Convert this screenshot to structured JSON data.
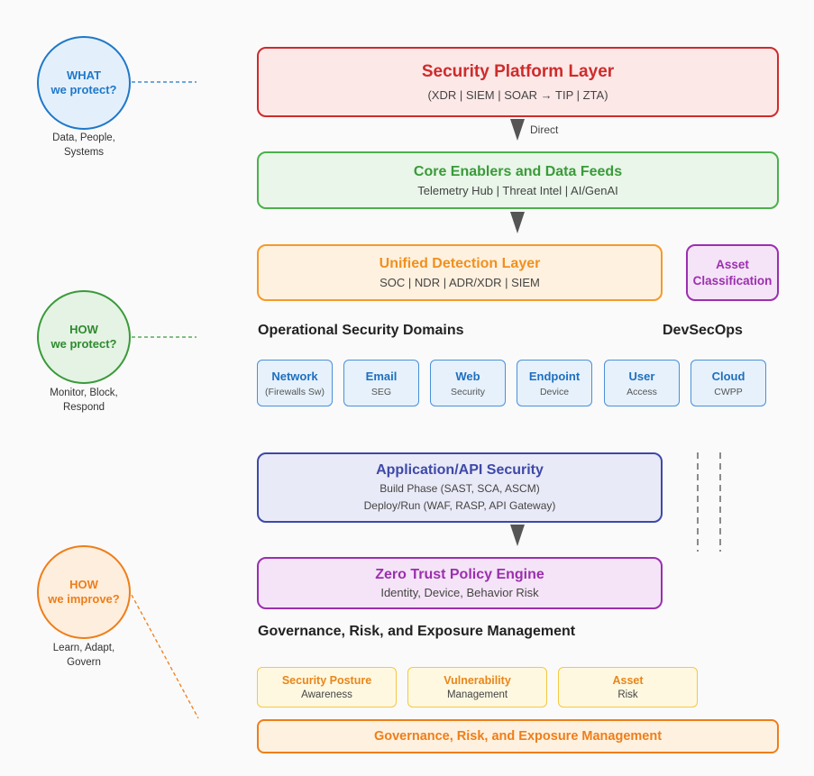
{
  "left": {
    "what": {
      "line1": "WHAT",
      "line2": "we protect?",
      "caption1": "Data, People,",
      "caption2": "Systems"
    },
    "how_protect": {
      "line1": "HOW",
      "line2": "we protect?",
      "caption1": "Monitor, Block,",
      "caption2": "Respond"
    },
    "how_improve": {
      "line1": "HOW",
      "line2": "we improve?",
      "caption1": "Learn, Adapt,",
      "caption2": "Govern"
    }
  },
  "platform": {
    "title": "Security Platform Layer",
    "subtitle": "(XDR | SIEM | SOAR → TIP | ZTA)"
  },
  "arrow_label": "Direct",
  "core": {
    "title": "Core Enablers and Data Feeds",
    "subtitle": "Telemetry Hub | Threat Intel | AI/GenAI"
  },
  "detection": {
    "title": "Unified Detection Layer",
    "subtitle": "SOC | NDR | ADR/XDR | SIEM"
  },
  "asset_class": {
    "line1": "Asset",
    "line2": "Classification"
  },
  "ops_label": "Operational Security Domains",
  "devsecops_label": "DevSecOps",
  "domains": [
    {
      "title": "Network",
      "sub": "(Firewalls Sw)"
    },
    {
      "title": "Email",
      "sub": "SEG"
    },
    {
      "title": "Web",
      "sub": "Security"
    },
    {
      "title": "Endpoint",
      "sub": "Device"
    },
    {
      "title": "User",
      "sub": "Access"
    },
    {
      "title": "Cloud",
      "sub": "CWPP"
    }
  ],
  "appsec": {
    "title": "Application/API Security",
    "line1": "Build Phase (SAST, SCA, ASCM)",
    "line2": "Deploy/Run (WAF, RASP, API Gateway)"
  },
  "zerotrust": {
    "title": "Zero Trust Policy Engine",
    "subtitle": "Identity, Device, Behavior Risk"
  },
  "gov_label": "Governance, Risk, and Exposure Management",
  "gov_items": [
    {
      "title": "Security Posture",
      "sub": "Awareness"
    },
    {
      "title": "Vulnerability",
      "sub": "Management"
    },
    {
      "title": "Asset",
      "sub": "Risk"
    }
  ],
  "gov_bar": "Governance, Risk, and Exposure Management",
  "colors": {
    "blue": "#1f78c8",
    "green": "#3a9a3a",
    "orange": "#ee7e1a",
    "red": "#cf2b2b",
    "purple": "#9b2fae",
    "indigo": "#3e49a8",
    "arrow": "#555555"
  }
}
